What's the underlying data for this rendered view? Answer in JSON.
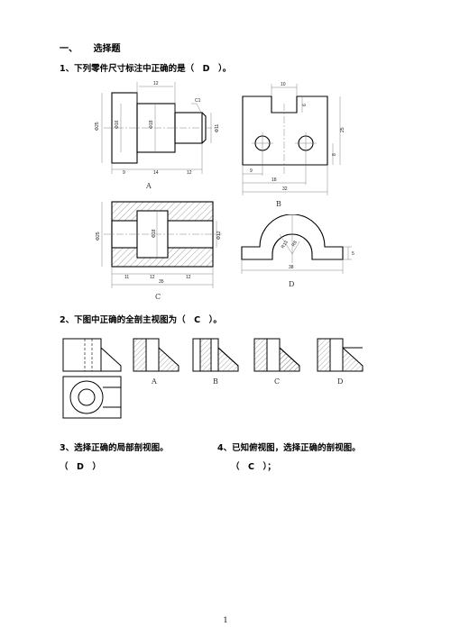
{
  "section": {
    "number": "一、",
    "title": "选择题"
  },
  "q1": {
    "text": "1、下列零件尺寸标注中正确的是（　D　）。",
    "fig_a": {
      "label": "A",
      "dims": [
        "12",
        "C1",
        "Φ25",
        "Φ16",
        "Φ18",
        "Φ11",
        "9",
        "14",
        "12"
      ]
    },
    "fig_b": {
      "label": "B",
      "dims": [
        "10",
        "6",
        "25",
        "8",
        "9",
        "18",
        "32"
      ]
    },
    "fig_c": {
      "label": "C",
      "dims": [
        "Φ25",
        "Φ18",
        "Φ12",
        "11",
        "12",
        "12",
        "35"
      ]
    },
    "fig_d": {
      "label": "D",
      "dims": [
        "R13",
        "R8",
        "5",
        "38"
      ]
    }
  },
  "q2": {
    "text": "2、下图中正确的全剖主视图为（　C　）。",
    "labels": [
      "A",
      "B",
      "C",
      "D"
    ]
  },
  "q3": {
    "text": "3、选择正确的局部剖视图。",
    "answer": "（　D　）"
  },
  "q4": {
    "text": "4、已知俯视图，选择正确的剖视图。",
    "answer": "（　C　）；"
  },
  "page_number": "1"
}
